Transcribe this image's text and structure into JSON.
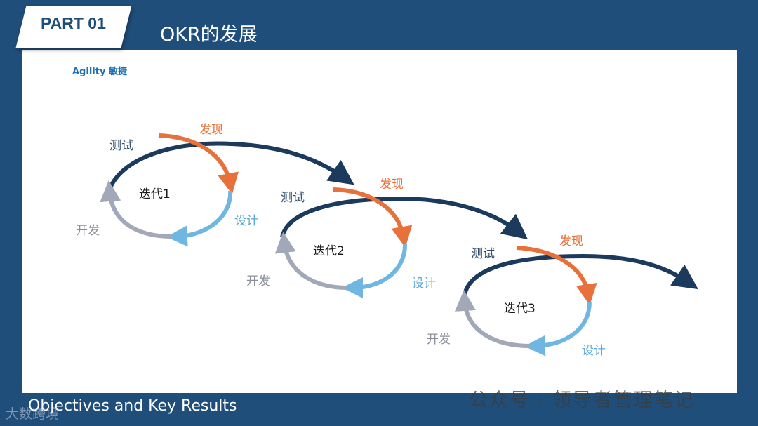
{
  "header": {
    "part_label": "PART 01",
    "title": "OKR的发展"
  },
  "section": {
    "subtitle": "Agility 敏捷"
  },
  "diagram": {
    "iterations": [
      {
        "name": "迭代1",
        "test": "测试",
        "discover": "发现",
        "design": "设计",
        "develop": "开发"
      },
      {
        "name": "迭代2",
        "test": "测试",
        "discover": "发现",
        "design": "设计",
        "develop": "开发"
      },
      {
        "name": "迭代3",
        "test": "测试",
        "discover": "发现",
        "design": "设计",
        "develop": "开发"
      }
    ],
    "colors": {
      "test": "#1b3a5c",
      "discover": "#e8703a",
      "design": "#6fb6e0",
      "develop": "#a2a8b8"
    }
  },
  "footer": {
    "text": "Objectives and Key Results",
    "watermark_left": "大数跨境",
    "watermark_right": "公众号 · 领导者管理笔记"
  }
}
